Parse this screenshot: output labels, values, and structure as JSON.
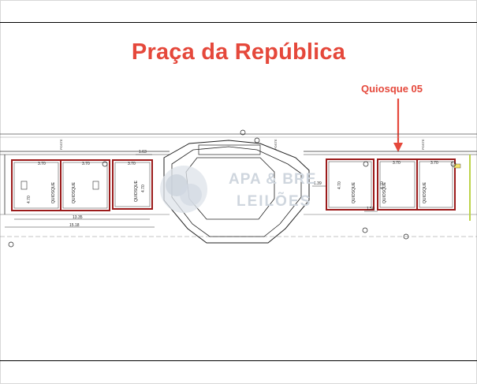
{
  "title": "Praça da República",
  "highlight_label": "Quiosque 05",
  "kiosk_text": "QUIOSQUE",
  "dims": {
    "w370": "3.70",
    "h470": "4.70",
    "d163": "1.63",
    "d1335": "13.35",
    "d1518": "15.18",
    "d139": "1.39",
    "d150": "1.50"
  },
  "poste_label": "POSTE",
  "watermark": {
    "line1": "APA & BRE",
    "line2": "LEILÕES"
  },
  "colors": {
    "accent": "#e5483b",
    "kiosk_outline": "#9b1b1b"
  }
}
